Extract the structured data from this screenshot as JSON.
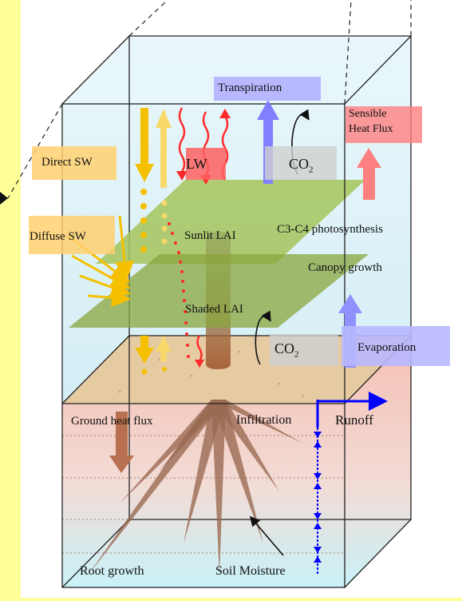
{
  "labels": {
    "transpiration": "Transpiration",
    "sensible_heat_flux_line1": "Sensible",
    "sensible_heat_flux_line2": "Heat Flux",
    "direct_sw": "Direct SW",
    "lw": "LW",
    "co2_top": "CO",
    "co2_sub": "2",
    "diffuse_sw": "Diffuse SW",
    "sunlit_lai": "Sunlit LAI",
    "photosynthesis": "C3-C4 photosynthesis",
    "canopy_growth": "Canopy growth",
    "shaded_lai": "Shaded LAI",
    "co2_bottom": "CO",
    "co2_bottom_sub": "2",
    "evaporation": "Evaporation",
    "ground_heat_flux": "Ground heat flux",
    "infiltration": "Infiltration",
    "runoff": "Runoff",
    "root_growth": "Root growth",
    "soil_moisture": "Soil Moisture"
  },
  "colors": {
    "background": "#ffff99",
    "sky_top": "#dff3f8",
    "canopy_green": "#a8c85a",
    "soil_surface": "#e8cfa8",
    "soil_top": "#f4c2b8",
    "soil_bottom": "#cff3f8",
    "shortwave_arrow": "#f5c000",
    "longwave_arrow": "#ff2a2a",
    "blue_flux": "#8080ff",
    "sensible_arrow": "#ff8080",
    "runoff_arrow": "#0000ff",
    "root_brown": "#9a6a52"
  }
}
